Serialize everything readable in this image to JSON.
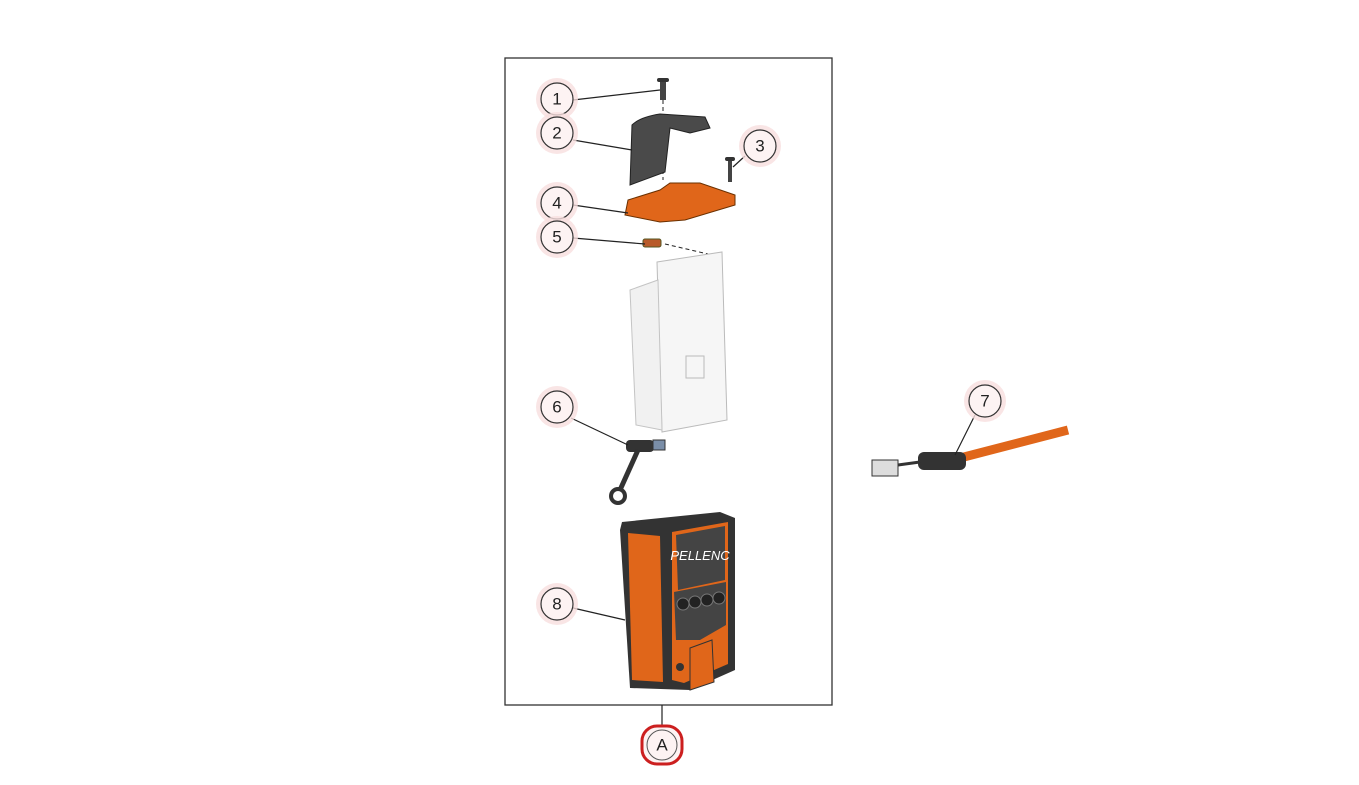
{
  "diagram": {
    "assembly_label": "A",
    "brand_logo": "PELLENC",
    "colors": {
      "orange": "#e0661a",
      "dark": "#3a3a3a",
      "highlight": "#cc1f1f",
      "callout_fill": "#fdf3f3"
    },
    "callouts": [
      {
        "id": "1",
        "part": "screw"
      },
      {
        "id": "2",
        "part": "bracket"
      },
      {
        "id": "3",
        "part": "screw"
      },
      {
        "id": "4",
        "part": "cover"
      },
      {
        "id": "5",
        "part": "fuse"
      },
      {
        "id": "6",
        "part": "cable"
      },
      {
        "id": "7",
        "part": "power-cable"
      },
      {
        "id": "8",
        "part": "housing"
      }
    ]
  }
}
